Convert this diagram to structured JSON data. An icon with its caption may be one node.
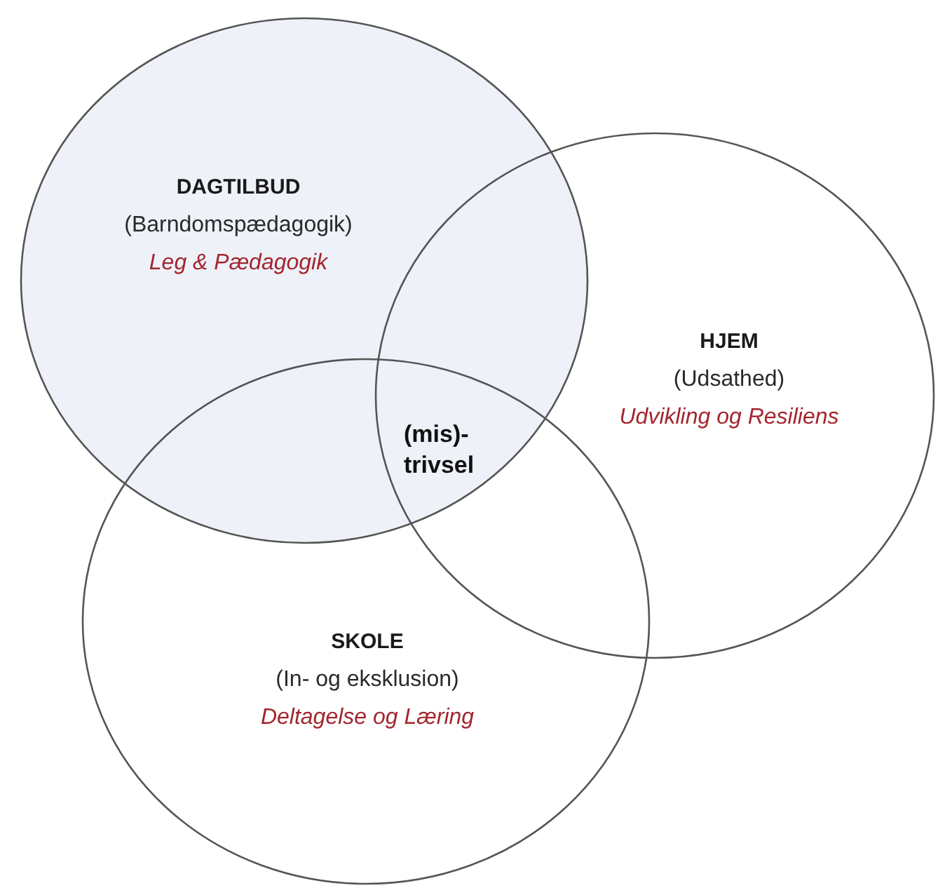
{
  "diagram": {
    "nodes": [
      {
        "text": [
          "DAGTILBUD",
          "(Barndomspædagogik)",
          "Leg & Pædagogik"
        ]
      },
      {
        "text": [
          "HJEM",
          "(Udsathed)",
          "Udvikling og Resiliens"
        ]
      },
      {
        "text": [
          "SKOLE",
          "(In- og eksklusion)",
          "Deltagelse og Læring"
        ]
      }
    ],
    "edges": [],
    "labels": [
      "(mis)- trivsel"
    ]
  }
}
